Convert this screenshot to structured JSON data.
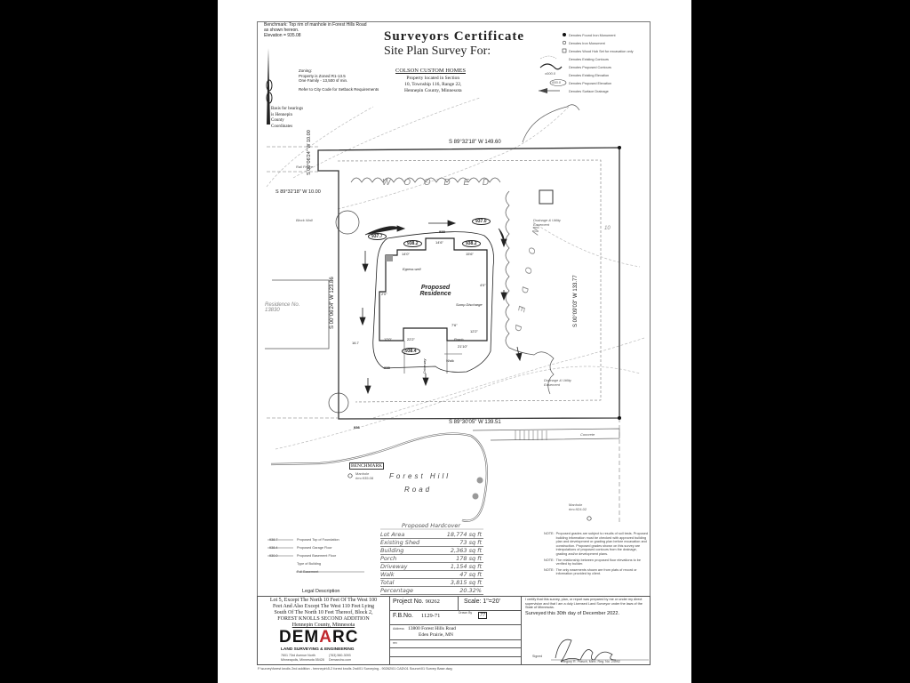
{
  "header": {
    "benchmark": [
      "Benchmark: Top rim of manhole in Forest Hills Road",
      "as shown hereon.",
      "Elevation = 935.08"
    ],
    "title": "Surveyors Certificate",
    "subtitle": "Site Plan Survey For:",
    "client": "COLSON CUSTOM HOMES",
    "property_location": [
      "Property located in Section",
      "10, Township 116, Range 22,",
      "Hennepin County, Minnesota"
    ],
    "zoning": [
      "Zoning:",
      "Property is Zoned R1-13.5",
      "One Family - 13,500 sf min.",
      "Refer to City Code for Setback Requirements"
    ],
    "basis": [
      "Basis for bearings",
      "is Hennepin",
      "County",
      "Coordinates"
    ]
  },
  "symbol_legend": [
    {
      "icon": "filled-circle-icon",
      "label": "Denotes Found Iron Monument"
    },
    {
      "icon": "open-circle-icon",
      "label": "Denotes Iron Monument"
    },
    {
      "icon": "square-icon",
      "label": "Denotes Wood Hub Set for excavation only"
    },
    {
      "icon": "dashed-contour-icon",
      "label": "Denotes Existing Contours"
    },
    {
      "icon": "wave-contour-icon",
      "label": "Denotes Proposed Contours"
    },
    {
      "icon": "existing-elevation-icon",
      "label": "Denotes Existing Elevation",
      "sample": "x000.0"
    },
    {
      "icon": "proposed-elevation-icon",
      "label": "Denotes Proposed Elevation",
      "sample": "000.0"
    },
    {
      "icon": "drainage-arrow-icon",
      "label": "Denotes Surface Drainage"
    }
  ],
  "plan": {
    "bearings": {
      "north": "S 89°32'18\" W 149.60",
      "south": "S 89°30'05\" W 139.51",
      "east": "S 00°09'03\" W 133.77",
      "west": "S 00°06'24\" W 123.86",
      "jog_top": "S 00°06'24\" W 10.00",
      "jog": "S 89°32'18\" W 10.00"
    },
    "labels": {
      "wooded_top": "W O O D E D",
      "wooded_side": "W O O D E D",
      "house": "Proposed Residence",
      "egress": "Egress well",
      "sump": "Sump Discharge",
      "porch": "Porch",
      "walk": "Walk",
      "driveway": "Driveway",
      "rail_fence": "Rail Fence",
      "block_wall": "Block Wall",
      "drainage1": "Drainage & Utility Easement",
      "drainage2": "Drainage & Utility Easement",
      "residence": "Residence No. 13830",
      "road": "Forest Hill",
      "road2": "Road",
      "benchmark": "BENCHMARK",
      "manhole": "Manhole rim=935.08",
      "manhole2": "Manhole rim=924.02",
      "concrete": "Concrete",
      "ten": "10"
    },
    "elevations": {
      "p1": "937.7",
      "p2": "937.0",
      "p3": "938.2",
      "p4": "938.2",
      "p5": "938.4",
      "c938a": "938",
      "c938b": "938",
      "c936": "936"
    },
    "dims": [
      "14'0\"",
      "14'6\"",
      "15'6\"",
      "22'2\"",
      "12'0\"",
      "12'2\"",
      "7'6\"",
      "21'10\"",
      "2'0\"",
      "4'0\"",
      "16.7"
    ]
  },
  "foundation_legend": [
    {
      "value": "938.7",
      "label": "Proposed Top of Foundation"
    },
    {
      "value": "938.4",
      "label": "Proposed Garage Floor"
    },
    {
      "value": "930.0",
      "label": "Proposed Basement Floor"
    },
    {
      "value": "",
      "label": "Type of Building"
    },
    {
      "value": "",
      "label": "Full Basement"
    }
  ],
  "hardcover": {
    "title": "Proposed Hardcover",
    "rows": [
      {
        "label": "Lot Area",
        "value": "18,774 sq ft"
      },
      {
        "label": "Existing Shed",
        "value": "73 sq ft"
      },
      {
        "label": "Building",
        "value": "2,363 sq ft"
      },
      {
        "label": "Porch",
        "value": "178 sq ft"
      },
      {
        "label": "Driveway",
        "value": "1,154 sq ft"
      },
      {
        "label": "Walk",
        "value": "47 sq ft"
      },
      {
        "label": "Total",
        "value": "3,815 sq ft"
      },
      {
        "label": "Percentage",
        "value": "20.32%"
      }
    ]
  },
  "notes": [
    {
      "tag": "NOTE:",
      "text": "Proposed grades are subject to results of soil tests. Proposed building information must be checked with approved building plan and development or grading plan before excavation and construction. Proposed grades shown on this survey are interpolations of proposed contours from the drainage, grading and/or development plans."
    },
    {
      "tag": "NOTE:",
      "text": "The relationship between proposed floor elevations to be verified by builder."
    },
    {
      "tag": "NOTE:",
      "text": "The only easements shown are from plats of record or information provided by client."
    }
  ],
  "title_block": {
    "legal_heading": "Legal Description",
    "legal": [
      "Lot 5, Except The North 10 Feet Of The West 100",
      "Feet And Also Except The West 110 Feet Lying",
      "South Of The North 10 Feet Thereof, Block 2,",
      "FOREST KNOLLS SECOND ADDITION",
      "Hennepin County, Minnesota"
    ],
    "project_label": "Project No.",
    "project_no": "90262",
    "scale": "Scale: 1\"=20'",
    "fb_label": "F.B.No.",
    "fb_no": "1129-71",
    "drawn_label": "Drawn By",
    "drawn_by": "77",
    "address_label": "Address",
    "address": [
      "13800 Forest Hills Road",
      "Eden Prairie, MN"
    ],
    "rev_label": "rev",
    "company": "DEMARC",
    "company_sub": "LAND SURVEYING & ENGINEERING",
    "company_addr": [
      "7601 73rd Avenue North",
      "Minneapolis, Minnesota 55428"
    ],
    "company_contact": [
      "(763) 560-3093",
      "DemarcInc.com"
    ],
    "certification": "I certify that this survey, plan, or report was prepared by me or under my direct supervision and that I am a duly Licensed Land Surveyor under the laws of the State of Minnesota.",
    "surveyed": "Surveyed this 30th day of December 2022.",
    "signed_label": "Signed",
    "surveyor": "Gregory R. Prasch, Minn. Reg. No. 24992",
    "accent": "#c0272d"
  },
  "footer_path": "F:\\survey\\forest knolls 2nd addition - hennepin\\5-2 forest knolls 2nd\\01 Surveying - 90262\\01 CAD\\01 Source\\01 Survey Base.dwg"
}
